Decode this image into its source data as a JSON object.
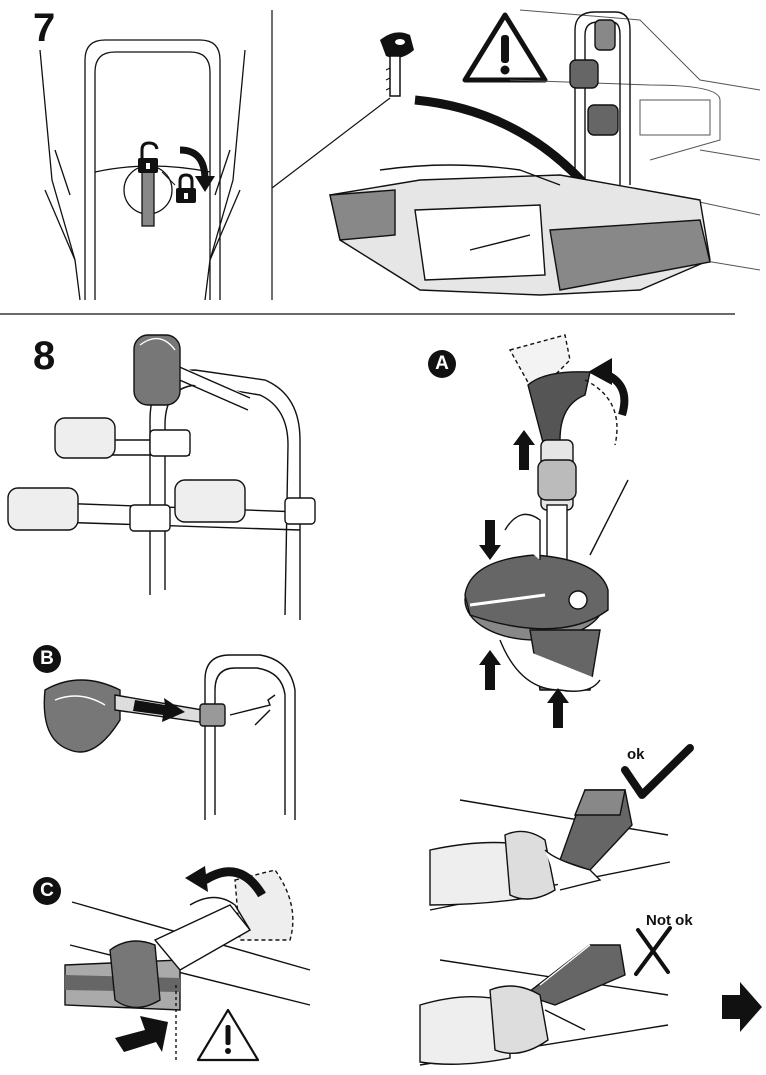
{
  "step7": {
    "number": "7"
  },
  "step8": {
    "number": "8",
    "label_a": "A",
    "label_b": "B",
    "label_c": "C",
    "ok_text": "ok",
    "not_ok_text": "Not ok"
  },
  "colors": {
    "ink": "#111111",
    "grey": "#6e6e6e",
    "light_grey": "#bdbdbd"
  }
}
